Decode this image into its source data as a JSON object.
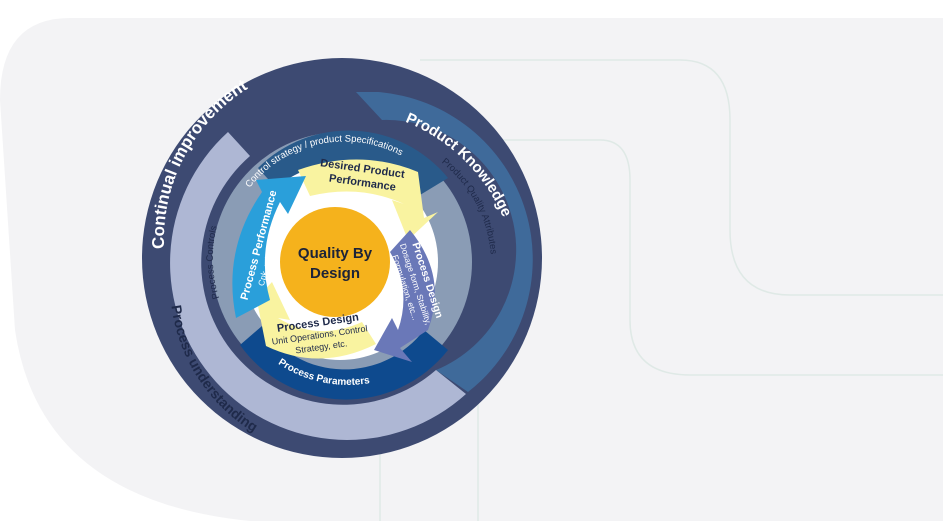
{
  "diagram": {
    "center": {
      "line1": "Quality By",
      "line2": "Design"
    },
    "outer_ring": {
      "top": "Continual improvement",
      "right": "Product Knowledge",
      "bottom": "Process understanding"
    },
    "middle_ring": {
      "top": "Control strategy / product Specifications",
      "left": "Process Controls",
      "right": "Product Quality Attributes",
      "bottom": "Process Parameters"
    },
    "cycle": {
      "top": {
        "title": "Desired Product",
        "title2": "Performance"
      },
      "right": {
        "title": "Process Design",
        "line1": "Dosage form, Stability,",
        "line2": "Formulation, etc..."
      },
      "bottom": {
        "title": "Process Design",
        "line1": "Unit Operations, Control",
        "line2": "Strategy, etc."
      },
      "left": {
        "title": "Process Performance",
        "line1": "Cpk, robustness, etc"
      }
    },
    "colors": {
      "outer_ring": "#3d4a72",
      "product_knowledge_band": "#3f6a9a",
      "light_ring": "#aeb7d4",
      "middle_ring": "#8a9cb5",
      "control_strategy_band": "#295a8a",
      "process_parameters_band": "#0e4a8e",
      "inner_disc": "#ffffff",
      "center": "#f5b21c",
      "arrow_top": "#f9f3a0",
      "arrow_right": "#6a78b8",
      "arrow_bottom": "#f9f3a0",
      "arrow_left": "#2a9fda"
    }
  }
}
